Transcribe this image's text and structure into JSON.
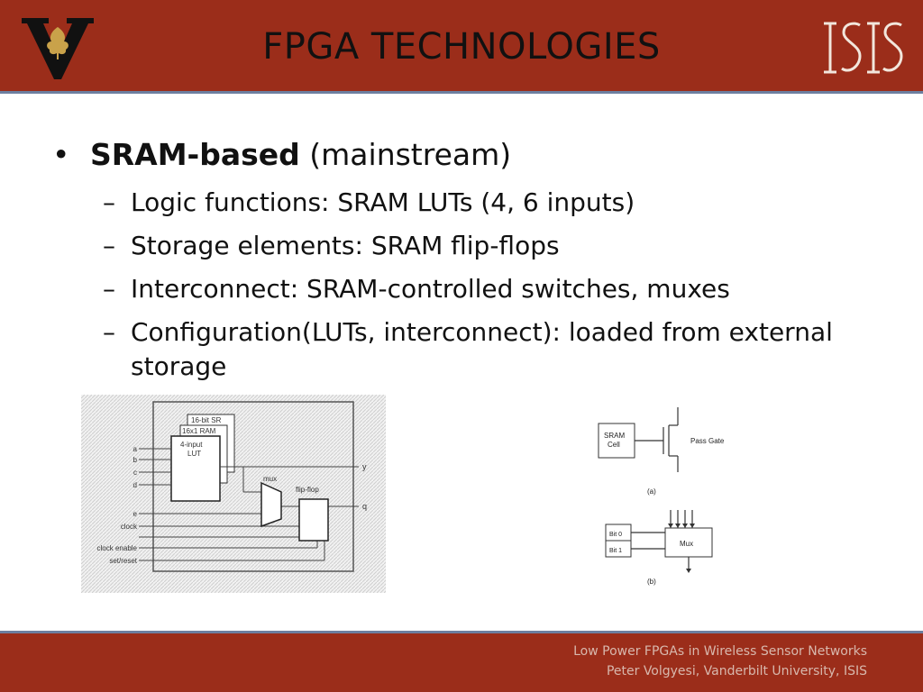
{
  "slide": {
    "title": "FPGA TECHNOLOGIES",
    "bullet": {
      "bold": "SRAM-based",
      "rest": " (mainstream)"
    },
    "sub_bullets": [
      "Logic functions: SRAM LUTs (4, 6 inputs)",
      "Storage elements: SRAM flip-flops",
      "Interconnect: SRAM-controlled switches, muxes",
      "Configuration(LUTs, interconnect): loaded from external storage"
    ]
  },
  "figure1": {
    "lut_labels": [
      "16-bit SR",
      "16x1 RAM",
      "4-input",
      "LUT"
    ],
    "inputs": [
      "a",
      "b",
      "c",
      "d",
      "e",
      "clock",
      "clock enable",
      "set/reset"
    ],
    "mux_label": "mux",
    "ff_label": "flip-flop",
    "outputs": [
      "y",
      "q"
    ]
  },
  "figure2": {
    "sram_label": [
      "SRAM",
      "Cell"
    ],
    "pass_gate": "Pass Gate",
    "caption_a": "(a)",
    "bits": [
      "Bit 0",
      "Bit 1"
    ],
    "mux": "Mux",
    "caption_b": "(b)"
  },
  "footer": {
    "line1": "Low Power FPGAs in Wireless Sensor Networks",
    "line2": "Peter Volgyesi, Vanderbilt University, ISIS"
  },
  "colors": {
    "header": "#9b2d1a",
    "border": "#6d7fa0",
    "footer_text": "#d8b8ad"
  }
}
